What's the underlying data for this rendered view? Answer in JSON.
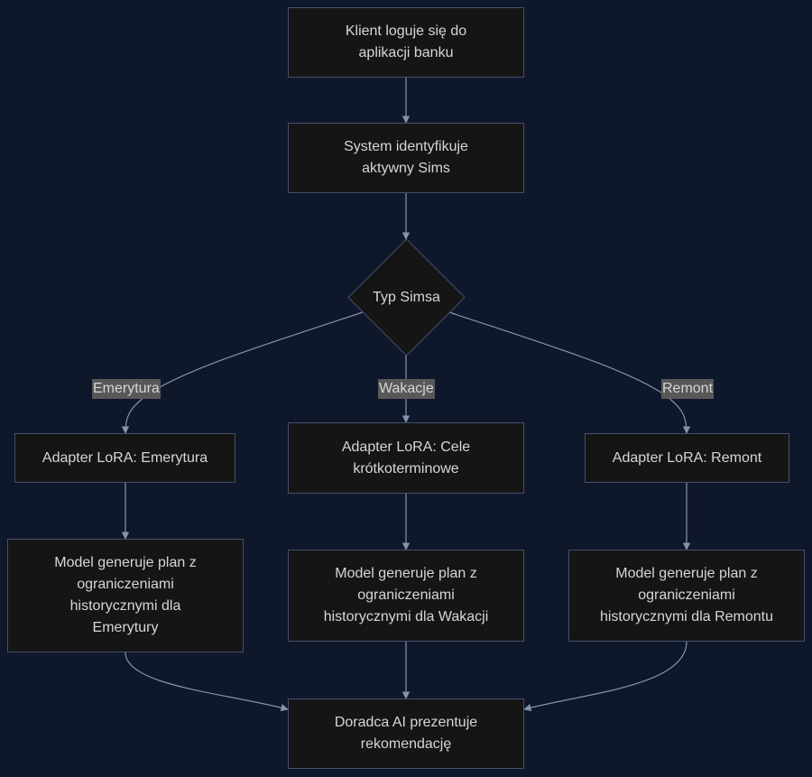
{
  "nodes": {
    "login": "Klient loguje się do\naplikacji banku",
    "identify": "System identyfikuje\naktywny Sims",
    "decision": "Typ Simsa",
    "adapter_emerytura": "Adapter LoRA: Emerytura",
    "adapter_cele": "Adapter LoRA: Cele\nkrótkoterminowe",
    "adapter_remont": "Adapter LoRA: Remont",
    "model_emerytura": "Model generuje plan z\nograniczeniami\nhistorycznymi dla\nEmerytury",
    "model_wakacje": "Model generuje plan z\nograniczeniami\nhistorycznymi dla Wakacji",
    "model_remont": "Model generuje plan z\nograniczeniami\nhistorycznymi dla Remontu",
    "advisor": "Doradca AI prezentuje\nrekomendację"
  },
  "edge_labels": {
    "emerytura": "Emerytura",
    "wakacje": "Wakacje",
    "remont": "Remont"
  },
  "colors": {
    "background": "#0f172a",
    "node_fill": "#151515",
    "node_border": "#44506a",
    "edge": "#8593ad",
    "label_bg": "#585858",
    "text": "#d6d6d6"
  }
}
